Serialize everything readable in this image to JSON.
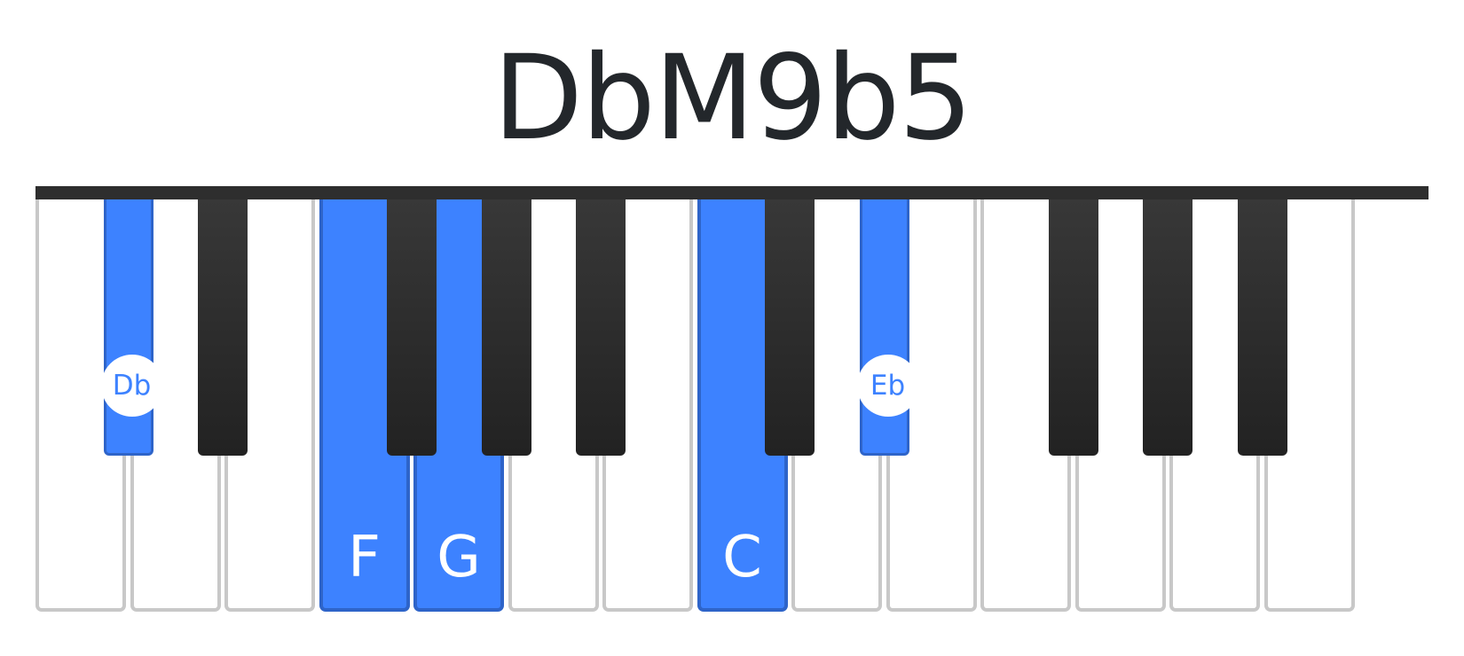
{
  "chord": {
    "name": "DbM9b5",
    "highlight_color": "#3d82ff"
  },
  "keyboard": {
    "white_keys": [
      {
        "note": "C",
        "pressed": false,
        "label": ""
      },
      {
        "note": "D",
        "pressed": false,
        "label": ""
      },
      {
        "note": "E",
        "pressed": false,
        "label": ""
      },
      {
        "note": "F",
        "pressed": true,
        "label": "F"
      },
      {
        "note": "G",
        "pressed": true,
        "label": "G"
      },
      {
        "note": "A",
        "pressed": false,
        "label": ""
      },
      {
        "note": "B",
        "pressed": false,
        "label": ""
      },
      {
        "note": "C",
        "pressed": true,
        "label": "C"
      },
      {
        "note": "D",
        "pressed": false,
        "label": ""
      },
      {
        "note": "E",
        "pressed": false,
        "label": ""
      },
      {
        "note": "F",
        "pressed": false,
        "label": ""
      },
      {
        "note": "G",
        "pressed": false,
        "label": ""
      },
      {
        "note": "A",
        "pressed": false,
        "label": ""
      },
      {
        "note": "B",
        "pressed": false,
        "label": ""
      }
    ],
    "black_keys": [
      {
        "note": "Db",
        "pressed": true,
        "label": "Db"
      },
      {
        "note": "Eb",
        "pressed": false,
        "label": ""
      },
      {
        "note": "Gb",
        "pressed": false,
        "label": ""
      },
      {
        "note": "Ab",
        "pressed": false,
        "label": ""
      },
      {
        "note": "Bb",
        "pressed": false,
        "label": ""
      },
      {
        "note": "Db",
        "pressed": false,
        "label": ""
      },
      {
        "note": "Eb",
        "pressed": true,
        "label": "Eb"
      },
      {
        "note": "Gb",
        "pressed": false,
        "label": ""
      },
      {
        "note": "Ab",
        "pressed": false,
        "label": ""
      },
      {
        "note": "Bb",
        "pressed": false,
        "label": ""
      }
    ]
  }
}
